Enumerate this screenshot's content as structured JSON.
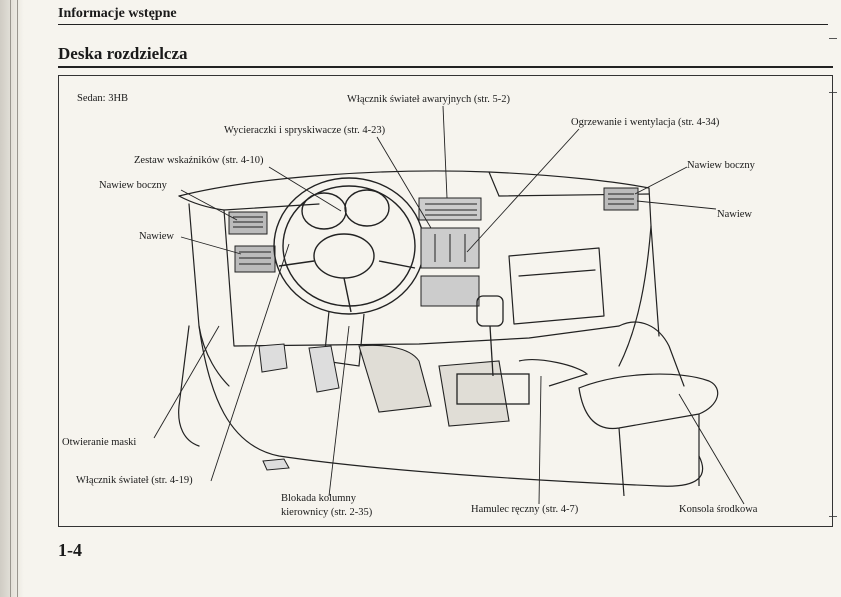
{
  "header": {
    "section": "Informacje wstępne",
    "title": "Deska rozdzielcza"
  },
  "figure": {
    "model_label": "Sedan: 3HB",
    "callouts": {
      "hazard_switch": "Włącznik świateł awaryjnych (str. 5-2)",
      "wipers": "Wycieraczki i spryskiwacze (str. 4-23)",
      "heating": "Ogrzewanie i wentylacja (str. 4-34)",
      "gauges": "Zestaw wskaźników (str. 4-10)",
      "side_vent_left": "Nawiew boczny",
      "side_vent_right": "Nawiew boczny",
      "vent_left": "Nawiew",
      "vent_right": "Nawiew",
      "hood_release": "Otwieranie maski",
      "light_switch": "Włącznik świateł (str. 4-19)",
      "steering_lock_line1": "Blokada kolumny",
      "steering_lock_line2": "kierownicy (str. 2-35)",
      "handbrake": "Hamulec ręczny (str. 4-7)",
      "center_console": "Konsola środkowa"
    }
  },
  "footer": {
    "page_number": "1-4"
  }
}
